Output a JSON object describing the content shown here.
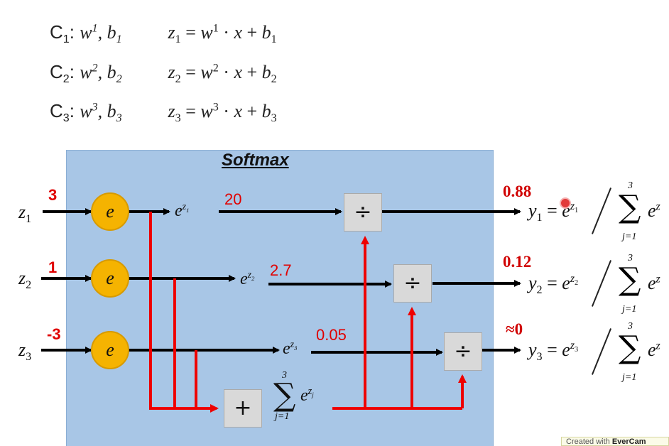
{
  "classes": [
    {
      "label": "C",
      "sub": "1",
      "w": "w",
      "wsup": "1",
      "b": "b",
      "bsub": "1",
      "z": "z",
      "zsub": "1",
      "x": "x"
    },
    {
      "label": "C",
      "sub": "2",
      "w": "w",
      "wsup": "2",
      "b": "b",
      "bsub": "2",
      "z": "z",
      "zsub": "2",
      "x": "x"
    },
    {
      "label": "C",
      "sub": "3",
      "w": "w",
      "wsup": "3",
      "b": "b",
      "bsub": "3",
      "z": "z",
      "zsub": "3",
      "x": "x"
    }
  ],
  "diagram": {
    "title": "Softmax",
    "exp_symbol": "e",
    "plus_symbol": "+",
    "divide_symbol": "÷",
    "inputs": [
      {
        "var": "z",
        "sub": "1",
        "value": "3"
      },
      {
        "var": "z",
        "sub": "2",
        "value": "1"
      },
      {
        "var": "z",
        "sub": "3",
        "value": "-3"
      }
    ],
    "exponentials": [
      {
        "base": "e",
        "pow": "z",
        "powsub": "1",
        "value": "20"
      },
      {
        "base": "e",
        "pow": "z",
        "powsub": "2",
        "value": "2.7"
      },
      {
        "base": "e",
        "pow": "z",
        "powsub": "3",
        "value": "0.05"
      }
    ],
    "sum_label": {
      "sigma": "∑",
      "upper": "3",
      "lower": "j=1",
      "base": "e",
      "pow": "z",
      "powsub": "j"
    },
    "outputs": [
      {
        "var": "y",
        "sub": "1",
        "prob": "0.88",
        "upper": "3",
        "lower": "j=1"
      },
      {
        "var": "y",
        "sub": "2",
        "prob": "0.12",
        "upper": "3",
        "lower": "j=1"
      },
      {
        "var": "y",
        "sub": "3",
        "prob": "≈0",
        "upper": "3",
        "lower": "j=1"
      }
    ]
  },
  "watermark": {
    "prefix": "Created with ",
    "brand": "EverCam"
  },
  "colors": {
    "panel": "#a8c6e6",
    "exp_node": "#f5b301",
    "highlight": "#e00000",
    "box": "#d9d9d9"
  }
}
